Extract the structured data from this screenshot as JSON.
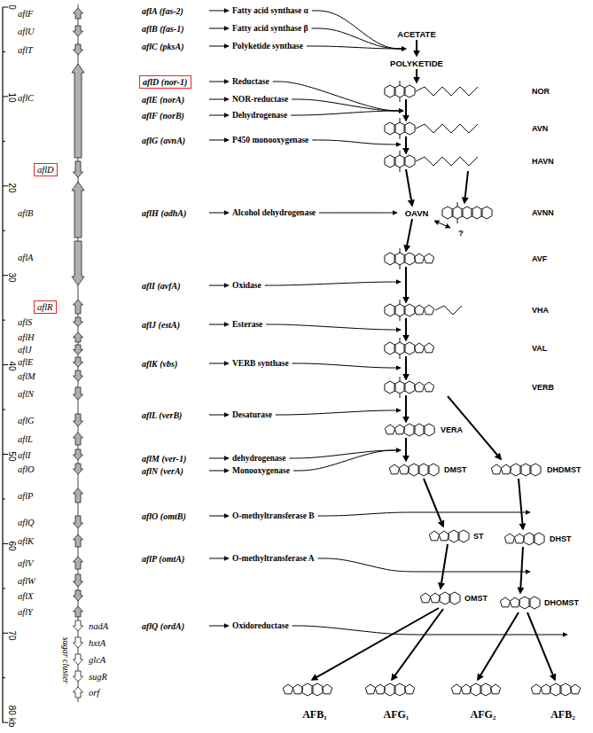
{
  "diagram": {
    "nodes": [
      {
        "text": [
          "aflD"
        ]
      },
      {
        "text": [
          "aflR"
        ]
      },
      {
        "text": [
          "aflD (nor-1)"
        ]
      }
    ],
    "labels": [
      "0",
      "10",
      "20",
      "30",
      "40",
      "50",
      "60",
      "70",
      "80 kb",
      "aflF",
      "aflU",
      "aflT",
      "aflC",
      "aflB",
      "aflA",
      "aflS",
      "aflH",
      "aflJ",
      "aflE",
      "aflM",
      "aflN",
      "aflG",
      "aflL",
      "aflI",
      "aflO",
      "aflP",
      "aflQ",
      "aflK",
      "aflV",
      "aflW",
      "aflX",
      "aflY",
      "sugar cluster",
      "nadA",
      "hxtA",
      "glcA",
      "sugR",
      "orf",
      "aflA (fas-2)",
      "Fatty acid synthase α",
      "aflB (fas-1)",
      "Fatty acid synthase β",
      "aflC (pksA)",
      "Polyketide synthase",
      "Reductase",
      "aflE (norA)",
      "NOR-reductase",
      "aflF (norB)",
      "Dehydrogenase",
      "aflG (avnA)",
      "P450 monooxygenase",
      "aflH (adhA)",
      "Alcohol dehydrogenase",
      "aflI (avfA)",
      "Oxidase",
      "aflJ (estA)",
      "Esterase",
      "aflK (vbs)",
      "VERB synthase",
      "aflL (verB)",
      "Desaturase",
      "aflM (ver-1)",
      "dehydrogenase",
      "aflN (verA)",
      "Monooxygenase",
      "aflO (omtB)",
      "O-methyltransferase B",
      "aflP (omtA)",
      "O-methyltransferase A",
      "aflQ (ordA)",
      "Oxidoreductase",
      "ACETATE",
      "POLYKETIDE",
      "NOR",
      "AVN",
      "HAVN",
      "OAVN",
      "AVNN",
      "?",
      "AVF",
      "VHA",
      "VAL",
      "VERB",
      "VERA",
      "DMST",
      "DHDMST",
      "ST",
      "DHST",
      "OMST",
      "DHOMST",
      "AFB₁",
      "AFG₁",
      "AFG₂",
      "AFB₂"
    ]
  }
}
